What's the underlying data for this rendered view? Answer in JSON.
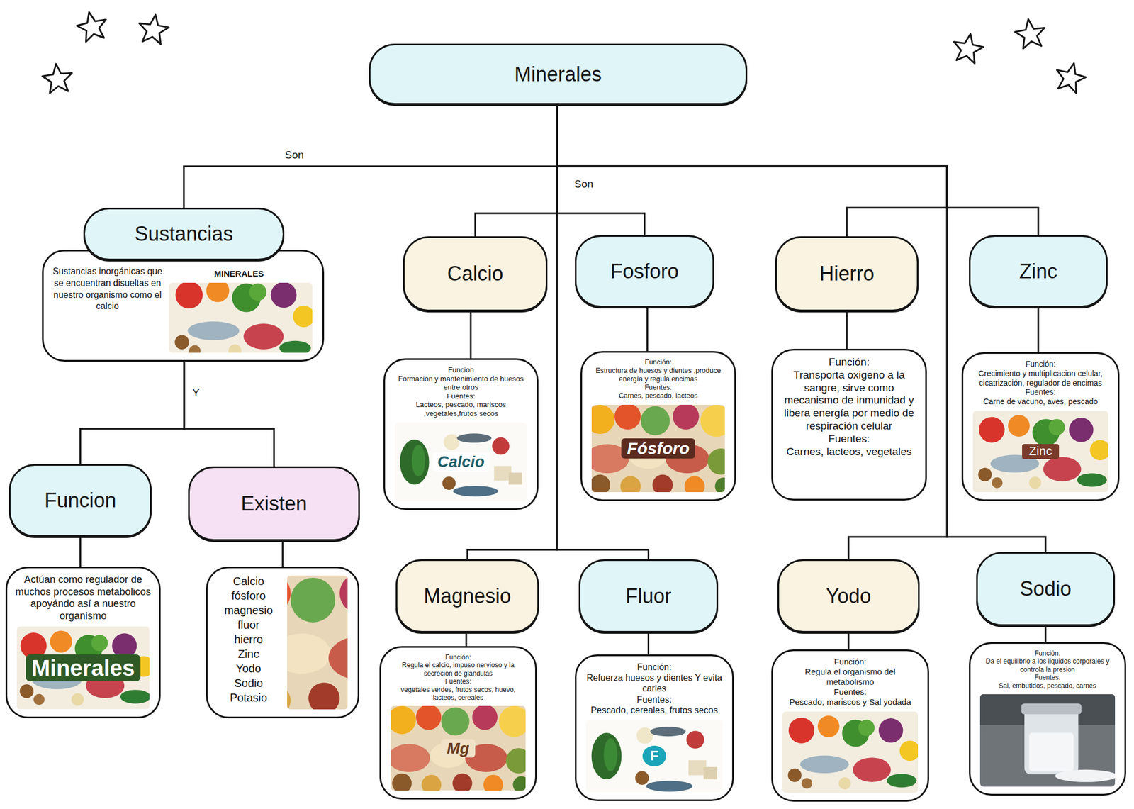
{
  "diagram": {
    "nodes": [
      {
        "text": [
          "Minerales"
        ]
      },
      {
        "text": [
          "Sustancias"
        ]
      },
      {
        "text": [
          "Sustancias inorgánicas que se encuentran disueltas en nuestro organismo como el calcio",
          "MINERALES"
        ]
      },
      {
        "text": [
          "Calcio"
        ]
      },
      {
        "text": [
          "Fosforo"
        ]
      },
      {
        "text": [
          "Hierro"
        ]
      },
      {
        "text": [
          "Zinc"
        ]
      },
      {
        "text": [
          "Funcion",
          "Formación y mantenimiento de huesos entre otros",
          "Fuentes:",
          "Lacteos, pescado, mariscos ,vegetales,frutos secos",
          "Calcio"
        ]
      },
      {
        "text": [
          "Función:",
          "Estructura de huesos y dientes ,produce energía y regula encimas",
          "Fuentes:",
          "Carnes, pescado, lacteos",
          "Fósforo"
        ]
      },
      {
        "text": [
          "Función:",
          "Transporta oxigeno a la sangre, sirve como mecanismo de inmunidad y libera energía por medio de respiración celular",
          "Fuentes:",
          "Carnes, lacteos, vegetales"
        ]
      },
      {
        "text": [
          "Función:",
          "Crecimiento y multiplicacion celular, cicatrización, regulador de encimas",
          "Fuentes:",
          "Carne de vacuno, aves, pescado",
          "Zinc"
        ]
      },
      {
        "text": [
          "Funcion"
        ]
      },
      {
        "text": [
          "Existen"
        ]
      },
      {
        "text": [
          "Magnesio"
        ]
      },
      {
        "text": [
          "Fluor"
        ]
      },
      {
        "text": [
          "Yodo"
        ]
      },
      {
        "text": [
          "Sodio"
        ]
      },
      {
        "text": [
          "Actúan como regulador de muchos procesos metabólicos apoyándo así a nuestro organismo",
          "Minerales"
        ]
      },
      {
        "text": [
          "Calcio fósforo magnesio fluor hierro Zinc Yodo Sodio Potasio"
        ]
      },
      {
        "text": [
          "Función:",
          "Regula el calcio, impuso nervioso y la secrecion de glandulas",
          "Fuentes:",
          "vegetales verdes, frutos secos, huevo, lacteos, cereales",
          "Mg"
        ]
      },
      {
        "text": [
          "Función:",
          "Refuerza huesos y dientes Y evita caries",
          "Fuentes:",
          "Pescado, cereales, frutos secos",
          "F"
        ]
      },
      {
        "text": [
          "Función:",
          "Regula el organismo del metabolismo",
          "Fuentes:",
          "Pescado, mariscos y Sal yodada"
        ]
      },
      {
        "text": [
          "Función:",
          "Da el equilibrio a los liquidos corporales y controla la presion",
          "Fuentes:",
          "Sal, embutidos, pescado, carnes"
        ]
      }
    ],
    "edges": [
      {
        "from": 0,
        "to": 1,
        "label": "Son",
        "arrow": "none"
      },
      {
        "from": 0,
        "to": 3,
        "label": "Son",
        "arrow": "none"
      },
      {
        "from": 0,
        "to": 4,
        "arrow": "none"
      },
      {
        "from": 0,
        "to": 5,
        "arrow": "none"
      },
      {
        "from": 0,
        "to": 6,
        "arrow": "none"
      },
      {
        "from": 0,
        "to": 13,
        "arrow": "none"
      },
      {
        "from": 0,
        "to": 14,
        "arrow": "none"
      },
      {
        "from": 0,
        "to": 15,
        "arrow": "none"
      },
      {
        "from": 0,
        "to": 16,
        "arrow": "none"
      },
      {
        "from": 3,
        "to": 7,
        "arrow": "none"
      },
      {
        "from": 4,
        "to": 8,
        "arrow": "none"
      },
      {
        "from": 5,
        "to": 9,
        "arrow": "none"
      },
      {
        "from": 6,
        "to": 10,
        "arrow": "none"
      },
      {
        "from": 2,
        "to": 11,
        "label": "Y",
        "arrow": "none"
      },
      {
        "from": 2,
        "to": 12,
        "arrow": "none"
      },
      {
        "from": 11,
        "to": 17,
        "arrow": "none"
      },
      {
        "from": 12,
        "to": 18,
        "arrow": "none"
      },
      {
        "from": 13,
        "to": 19,
        "arrow": "none"
      },
      {
        "from": 14,
        "to": 20,
        "arrow": "none"
      },
      {
        "from": 15,
        "to": 21,
        "arrow": "none"
      },
      {
        "from": 16,
        "to": 22,
        "arrow": "none"
      }
    ]
  }
}
